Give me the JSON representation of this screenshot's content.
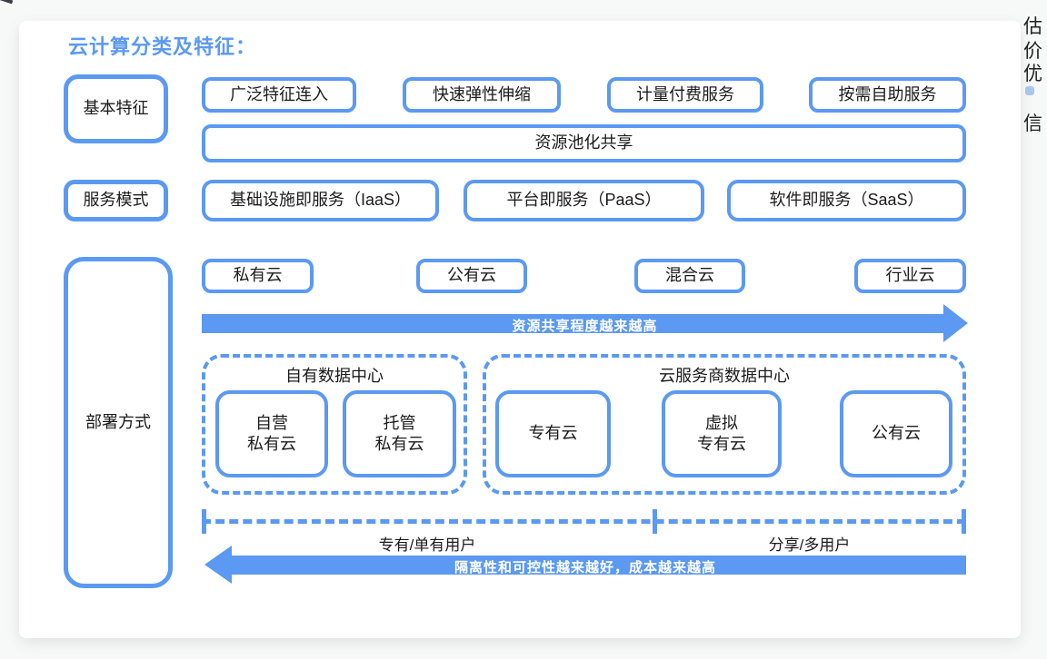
{
  "accent_color": "#5b99f2",
  "page": {
    "title": "云计算分类及特征："
  },
  "basic_row": {
    "label": "基本特征",
    "items": [
      "广泛特征连入",
      "快速弹性伸缩",
      "计量付费服务",
      "按需自助服务"
    ],
    "wide_item": "资源池化共享"
  },
  "service_row": {
    "label": "服务模式",
    "items": [
      "基础设施即服务（IaaS）",
      "平台即服务（PaaS）",
      "软件即服务（SaaS）"
    ]
  },
  "deploy_section": {
    "label": "部署方式",
    "cloud_types": [
      "私有云",
      "公有云",
      "混合云",
      "行业云"
    ],
    "share_arrow_text": "资源共享程度越来越高",
    "own_datacenter": {
      "title": "自有数据中心",
      "items": [
        "自营\n私有云",
        "托管\n私有云"
      ]
    },
    "csp_datacenter": {
      "title": "云服务商数据中心",
      "items": [
        "专有云",
        "虚拟\n专有云",
        "公有云"
      ]
    },
    "left_user_label": "专有/单有用户",
    "right_user_label": "分享/多用户",
    "isolation_arrow_text": "隔离性和可控性越来越好，成本越来越高"
  },
  "background_edge": {
    "frag1": "估",
    "frag2": "价",
    "frag3": "优",
    "frag4": "信"
  }
}
